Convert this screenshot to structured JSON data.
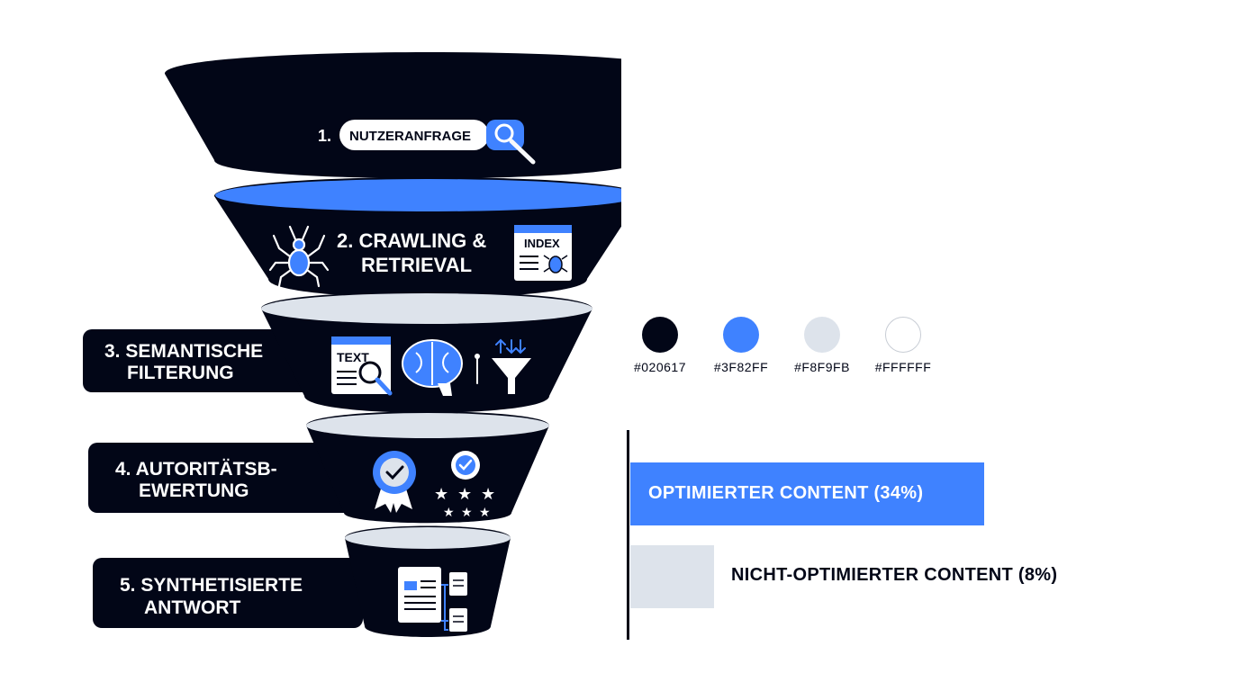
{
  "funnel": {
    "stages": [
      {
        "number": "1.",
        "label": "NUTZERANFRAGE"
      },
      {
        "label_line1": "2. CRAWLING &",
        "label_line2": "RETRIEVAL",
        "badge": "INDEX"
      },
      {
        "label_line1": "3. SEMANTISCHE",
        "label_line2": "FILTERUNG",
        "badge": "TEXT"
      },
      {
        "label_line1": "4. AUTORITÄTSB-",
        "label_line2": "EWERTUNG"
      },
      {
        "label_line1": "5. SYNTHETISIERTE",
        "label_line2": "ANTWORT"
      }
    ],
    "icons": [
      "search-icon",
      "spider-icon",
      "index-document-icon",
      "text-search-icon",
      "brain-icon",
      "sort-arrows-icon",
      "filter-funnel-icon",
      "award-badge-icon",
      "verified-check-icon",
      "star-rating-icon",
      "documents-icon"
    ]
  },
  "palette": [
    {
      "hex": "#020617",
      "color": "#020617"
    },
    {
      "hex": "#3F82FF",
      "color": "#3F82FF"
    },
    {
      "hex": "#F8F9FB",
      "color": "#DDE3EB"
    },
    {
      "hex": "#FFFFFF",
      "color": "#FFFFFF"
    }
  ],
  "chart_data": {
    "type": "bar",
    "orientation": "horizontal",
    "categories": [
      "OPTIMIERTER CONTENT (34%)",
      "NICHT-OPTIMIERTER CONTENT (8%)"
    ],
    "values": [
      34,
      8
    ],
    "colors": [
      "#3F82FF",
      "#DDE3EB"
    ]
  }
}
